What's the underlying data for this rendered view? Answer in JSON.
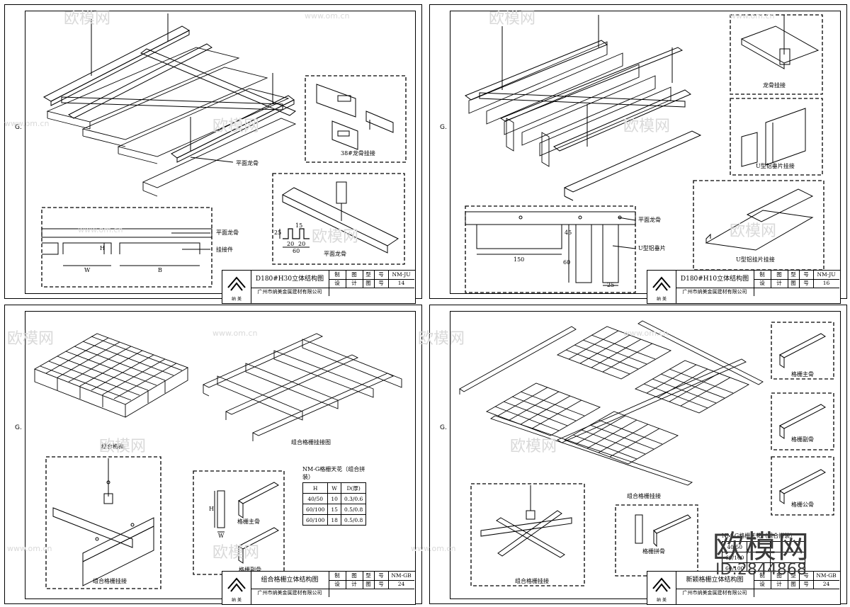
{
  "watermark": {
    "brand": "欧模网",
    "site": "www.om.cn",
    "id": "ID:2844868"
  },
  "sheets": [
    {
      "margin_mark": "G.",
      "title": "D180#H30立体结构图",
      "company": "广州市纳美金属建材有限公司",
      "logo_text": "纳 美",
      "cells": [
        "制",
        "图",
        "型",
        "号",
        "NM-JU",
        "设",
        "计",
        "图",
        "号",
        "14"
      ],
      "labels": {
        "l1": "38#龙骨挂接",
        "l2": "平面龙骨",
        "l3": "平面龙骨",
        "l4": "挂接件",
        "l5": "平面龙骨",
        "d1": "H",
        "d2": "W",
        "d3": "B",
        "d4": "15",
        "d5": "20",
        "d6": "20",
        "d7": "60",
        "d8": "25"
      }
    },
    {
      "margin_mark": "G.",
      "title": "D180#H10立体结构图",
      "company": "广州市纳美金属建材有限公司",
      "logo_text": "纳 美",
      "cells": [
        "制",
        "图",
        "型",
        "号",
        "NM-JU",
        "设",
        "计",
        "图",
        "号",
        "16"
      ],
      "labels": {
        "l1": "龙骨挂接",
        "l2": "U型铝垂片挂接",
        "l3": "U型铝挂片挂接",
        "l4": "平面龙骨",
        "l5": "U型铝垂片",
        "d1": "150",
        "d2": "45",
        "d3": "60",
        "d4": "25"
      }
    },
    {
      "margin_mark": "G.",
      "title": "组合格栅立体结构图",
      "company": "广州市纳美金属建材有限公司",
      "logo_text": "纳 美",
      "cells": [
        "制",
        "图",
        "型",
        "号",
        "NM-GB",
        "设",
        "计",
        "图",
        "号",
        "24"
      ],
      "labels": {
        "l1": "组合格栅",
        "l2": "组合格栅挂接图",
        "l3": "格栅主骨",
        "l4": "格栅副骨",
        "l5": "组合格栅挂接",
        "d1": "H",
        "d2": "W"
      },
      "table": {
        "caption": "NM-G格栅天花（组合拼装）",
        "headers": [
          "H",
          "W",
          "D(厚)"
        ],
        "rows": [
          [
            "40/50",
            "10",
            "0.3/0.6"
          ],
          [
            "60/100",
            "15",
            "0.5/0.8"
          ],
          [
            "60/100",
            "18",
            "0.5/0.8"
          ]
        ]
      }
    },
    {
      "margin_mark": "G.",
      "title": "新颖格栅立体结构图",
      "company": "广州市纳美金属建材有限公司",
      "logo_text": "纳 美",
      "cells": [
        "制",
        "图",
        "型",
        "号",
        "NM-GB",
        "设",
        "计",
        "图",
        "号",
        "24"
      ],
      "labels": {
        "l1": "格栅主骨",
        "l2": "格栅副骨",
        "l3": "格栅公骨",
        "l4": "组合格栅挂接",
        "l5": "组合格栅挂接",
        "l6": "格栅拼骨"
      },
      "table": {
        "caption": "NM-G格栅天花（组合拼装）",
        "rows": [
          [
            "40/50"
          ],
          [
            "60/100"
          ],
          [
            "60/100"
          ]
        ]
      }
    }
  ]
}
